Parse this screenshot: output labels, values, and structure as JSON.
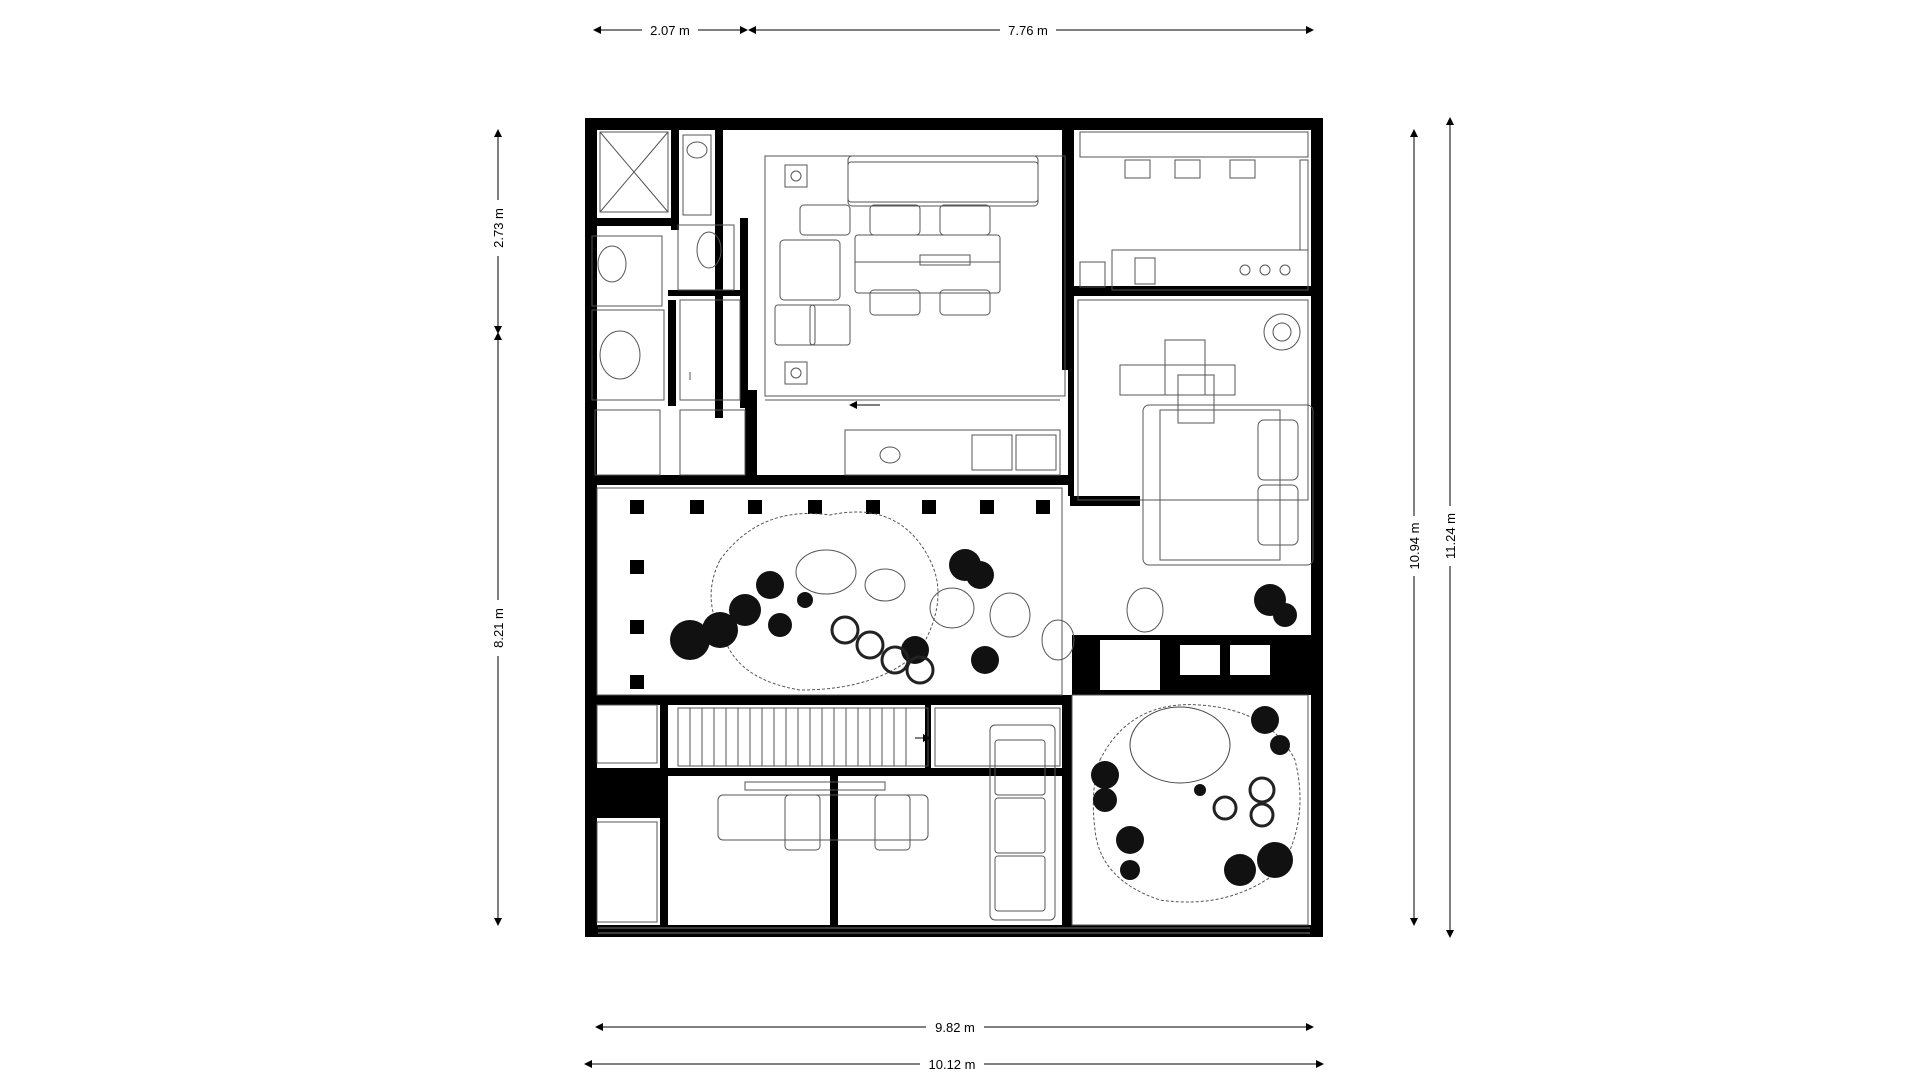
{
  "dimensions": {
    "top_left": "2.07 m",
    "top_right": "7.76 m",
    "left_upper": "2.73 m",
    "left_lower": "8.21 m",
    "right_inner": "10.94 m",
    "right_outer": "11.24 m",
    "bottom_inner": "9.82 m",
    "bottom_outer": "10.12 m"
  },
  "colors": {
    "wall": "#000000",
    "line": "#000000",
    "background": "#ffffff",
    "furniture_stroke": "#555555"
  }
}
